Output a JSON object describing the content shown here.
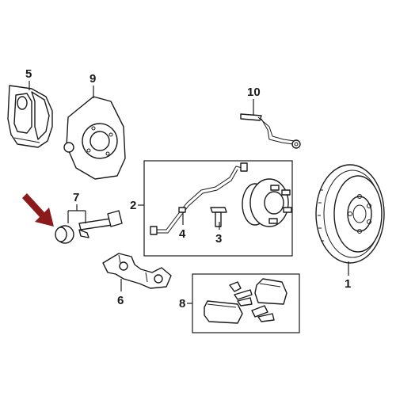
{
  "callouts": {
    "rotor": "1",
    "hub_assembly": "2",
    "hub_bolt": "3",
    "speed_sensor": "4",
    "caliper": "5",
    "caliper_bracket": "6",
    "slide_pin_kit": "7",
    "brake_pads": "8",
    "splash_shield": "9",
    "brake_hose": "10"
  },
  "highlight": {
    "color": "#8b1a1a",
    "target": "slide_pin_kit"
  }
}
